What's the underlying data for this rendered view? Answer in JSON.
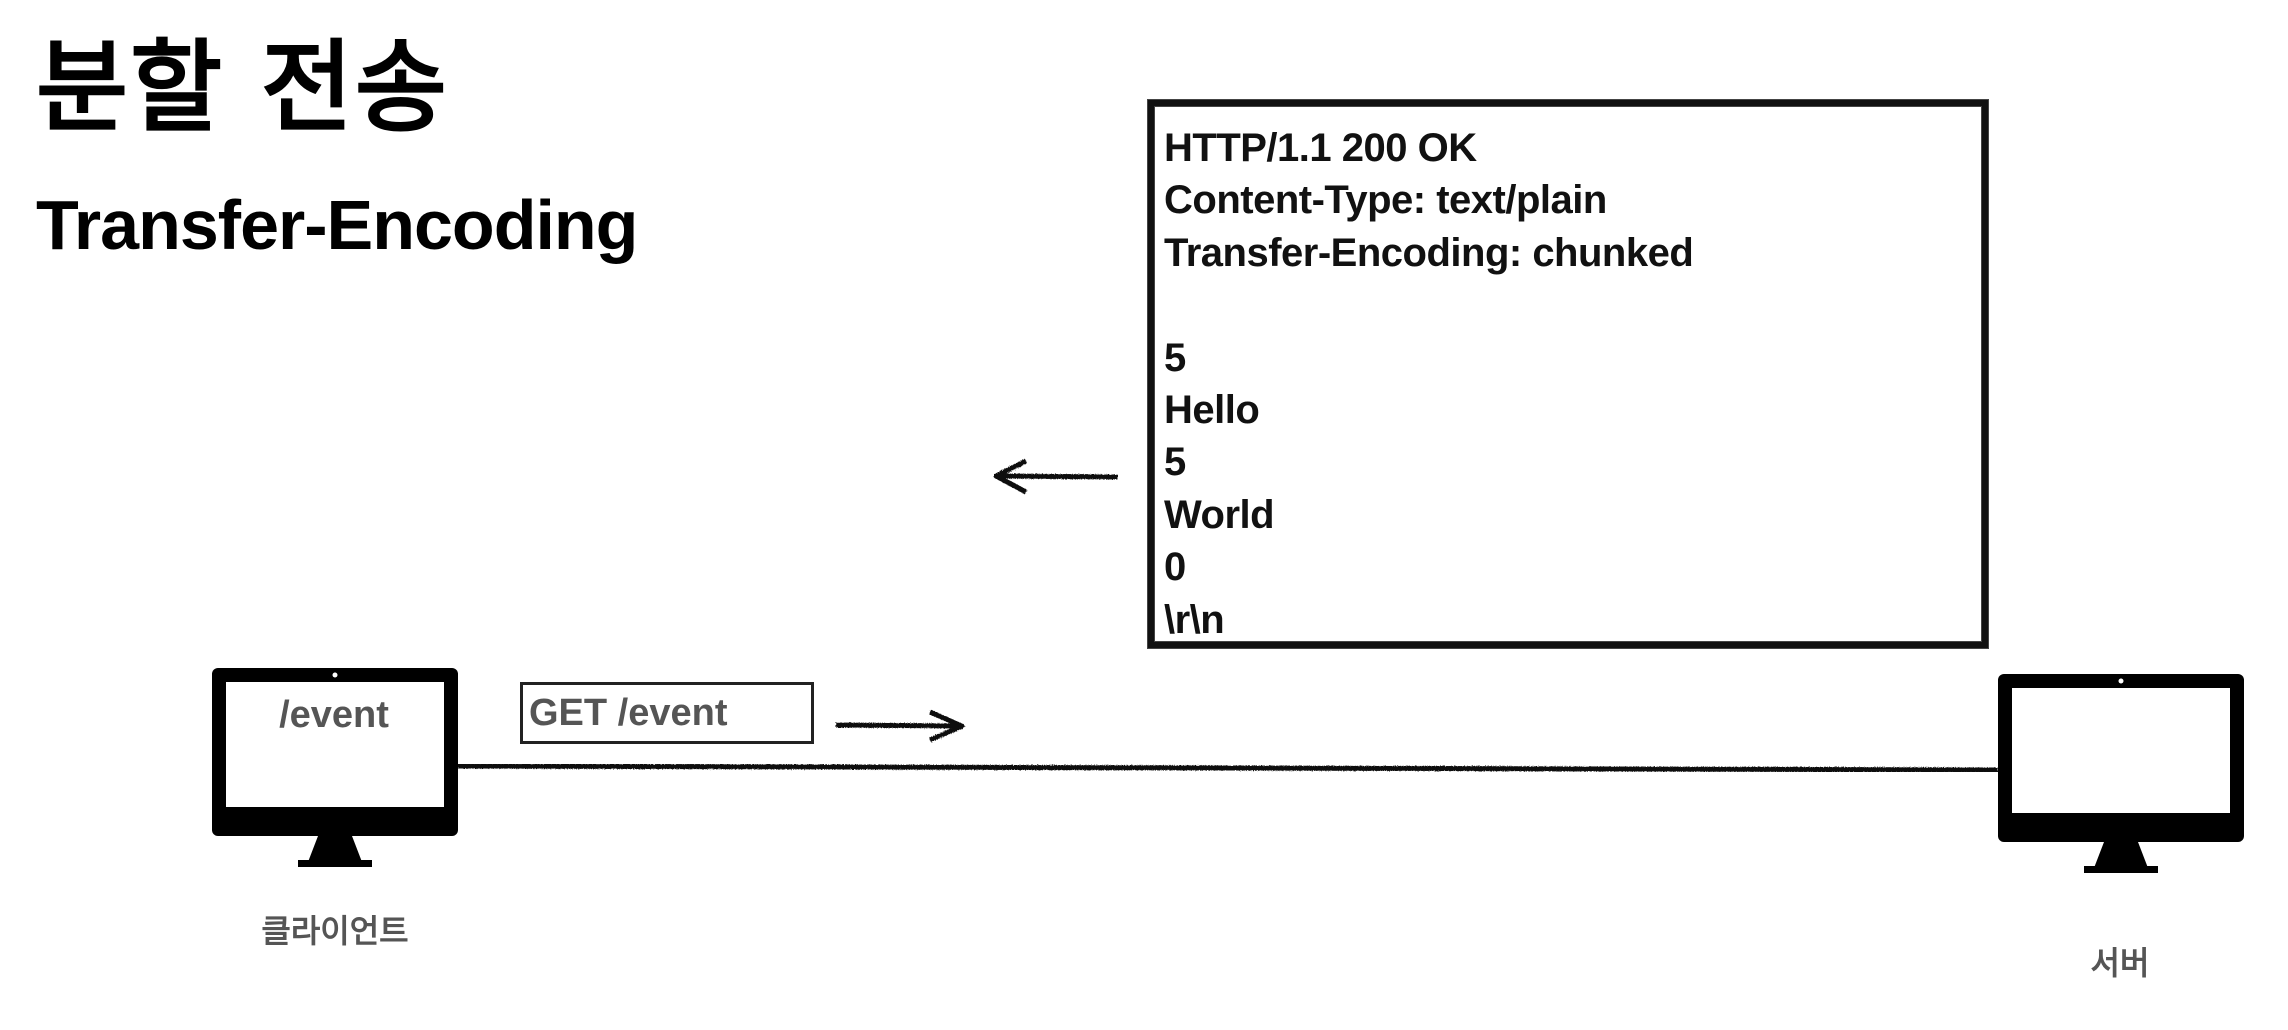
{
  "title": {
    "korean": "분할 전송",
    "english": "Transfer-Encoding"
  },
  "response": {
    "lines": [
      "HTTP/1.1 200 OK",
      "Content-Type: text/plain",
      "Transfer-Encoding: chunked",
      "",
      "5",
      "Hello",
      "5",
      "World",
      "0",
      "\\r\\n"
    ]
  },
  "request": {
    "label": "GET /event"
  },
  "client": {
    "screen_text": "/event",
    "label": "클라이언트",
    "icon": "monitor-icon"
  },
  "server": {
    "label": "서버",
    "icon": "monitor-icon"
  },
  "colors": {
    "ink": "#111111",
    "muted_text": "#555555",
    "background": "#ffffff"
  }
}
